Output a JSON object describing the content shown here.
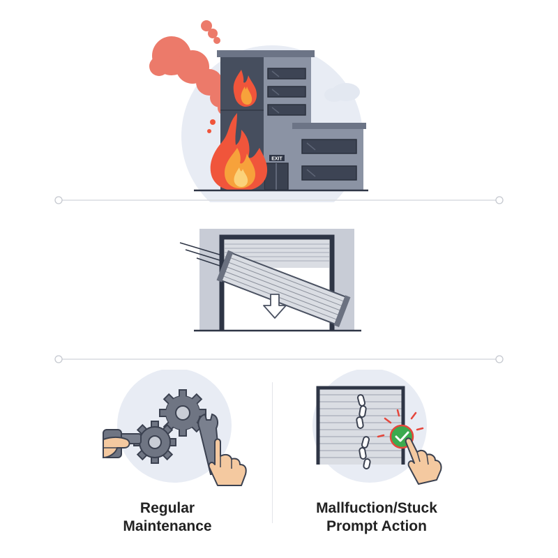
{
  "fire_scene": {
    "exit_sign": "EXIT",
    "colors": {
      "building_dark": "#464e5e",
      "building_light": "#8b93a4",
      "flame_outer": "#f0553b",
      "flame_inner": "#f7a23b",
      "smoke": "#ec7a6a",
      "backdrop": "#e8ecf4"
    }
  },
  "shutter_scene": {
    "colors": {
      "frame": "#2e3545",
      "wall": "#c8ccd6",
      "slats": "#dadde3"
    }
  },
  "cards": [
    {
      "title_line1": "Regular",
      "title_line2": "Maintenance",
      "icons": [
        "hand-icon",
        "gear-icon",
        "wrench-icon",
        "pointing-hand-icon"
      ]
    },
    {
      "title_line1": "Mallfuction/Stuck",
      "title_line2": "Prompt Action",
      "icons": [
        "broken-chain-icon",
        "check-button-icon",
        "pointing-hand-icon"
      ]
    }
  ]
}
